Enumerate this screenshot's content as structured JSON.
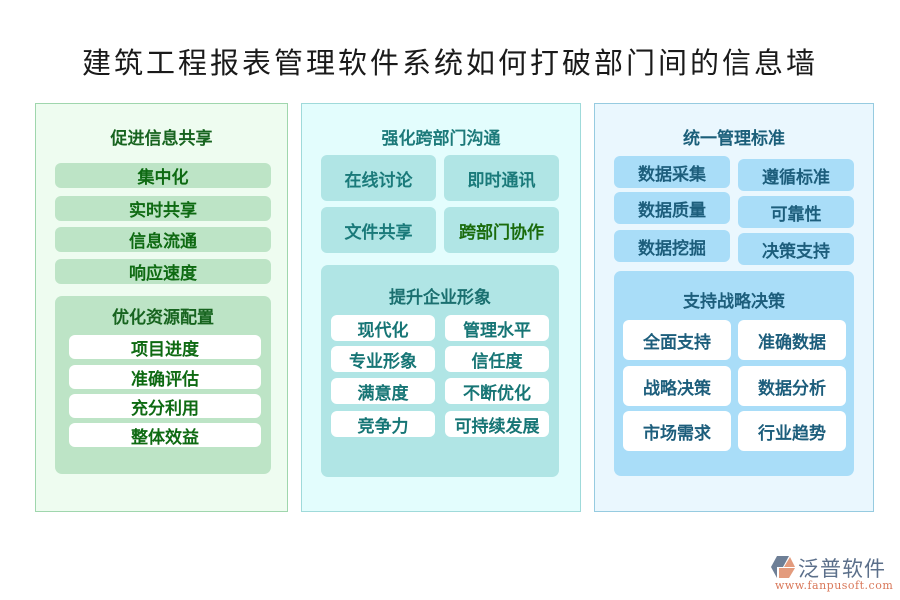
{
  "title": "建筑工程报表管理软件系统如何打破部门间的信息墙",
  "panels": {
    "share": {
      "title": "促进信息共享",
      "items": [
        "集中化",
        "实时共享",
        "信息流通",
        "响应速度"
      ],
      "sub": {
        "title": "优化资源配置",
        "items": [
          "项目进度",
          "准确评估",
          "充分利用",
          "整体效益"
        ]
      }
    },
    "communication": {
      "title": "强化跨部门沟通",
      "items": [
        "在线讨论",
        "即时通讯",
        "文件共享",
        "跨部门协作"
      ],
      "sub": {
        "title": "提升企业形象",
        "items": [
          "现代化",
          "管理水平",
          "专业形象",
          "信任度",
          "满意度",
          "不断优化",
          "竞争力",
          "可持续发展"
        ]
      }
    },
    "standard": {
      "title": "统一管理标准",
      "items": [
        "数据采集",
        "遵循标准",
        "数据质量",
        "可靠性",
        "数据挖掘",
        "决策支持"
      ],
      "sub": {
        "title": "支持战略决策",
        "items": [
          "全面支持",
          "准确数据",
          "战略决策",
          "数据分析",
          "市场需求",
          "行业趋势"
        ]
      }
    }
  },
  "colors": {
    "green_panel": "#eefcf0",
    "green_box": "#bde4c6",
    "green_text": "#0e6a12",
    "cyan_panel": "#e3fdfd",
    "cyan_box": "#b0e5e5",
    "cyan_text": "#1a7a7a",
    "blue_panel": "#eaf7fe",
    "blue_box": "#a9ddf8",
    "blue_text": "#1d5e7c"
  },
  "logo": {
    "name": "泛普软件",
    "url": "www.fanpusoft.com"
  }
}
